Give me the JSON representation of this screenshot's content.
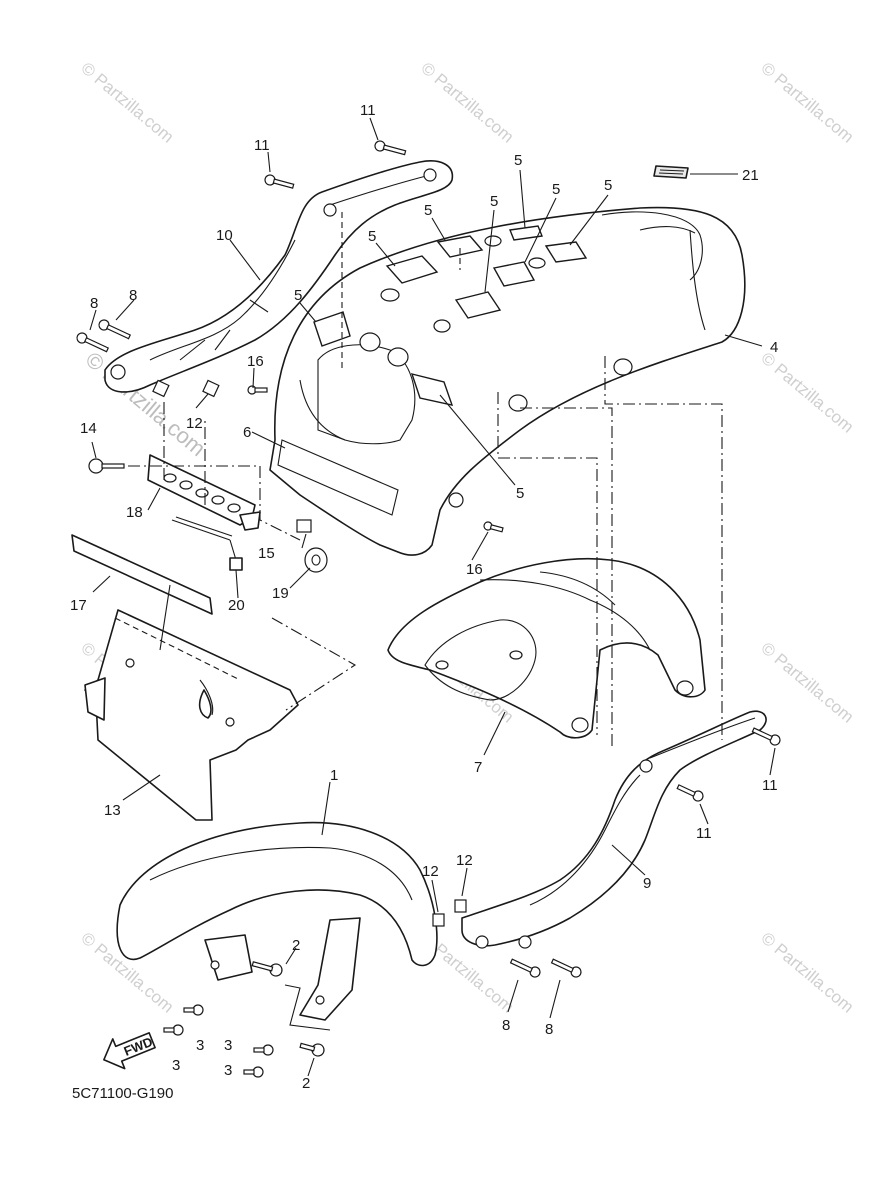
{
  "diagram": {
    "diagram_code": "5C71100-G190",
    "direction_label": "FWD",
    "watermark": {
      "text": "Partzilla.com",
      "symbol": "©"
    },
    "callouts": [
      {
        "id": "c1",
        "label": "1"
      },
      {
        "id": "c2a",
        "label": "2"
      },
      {
        "id": "c2b",
        "label": "2"
      },
      {
        "id": "c3a",
        "label": "3"
      },
      {
        "id": "c3b",
        "label": "3"
      },
      {
        "id": "c3c",
        "label": "3"
      },
      {
        "id": "c3d",
        "label": "3"
      },
      {
        "id": "c4",
        "label": "4"
      },
      {
        "id": "c5a",
        "label": "5"
      },
      {
        "id": "c5b",
        "label": "5"
      },
      {
        "id": "c5c",
        "label": "5"
      },
      {
        "id": "c5d",
        "label": "5"
      },
      {
        "id": "c5e",
        "label": "5"
      },
      {
        "id": "c5f",
        "label": "5"
      },
      {
        "id": "c5g",
        "label": "5"
      },
      {
        "id": "c5h",
        "label": "5"
      },
      {
        "id": "c6",
        "label": "6"
      },
      {
        "id": "c7",
        "label": "7"
      },
      {
        "id": "c8a",
        "label": "8"
      },
      {
        "id": "c8b",
        "label": "8"
      },
      {
        "id": "c8c",
        "label": "8"
      },
      {
        "id": "c8d",
        "label": "8"
      },
      {
        "id": "c9",
        "label": "9"
      },
      {
        "id": "c10",
        "label": "10"
      },
      {
        "id": "c11a",
        "label": "11"
      },
      {
        "id": "c11b",
        "label": "11"
      },
      {
        "id": "c11c",
        "label": "11"
      },
      {
        "id": "c11d",
        "label": "11"
      },
      {
        "id": "c12a",
        "label": "12"
      },
      {
        "id": "c12b",
        "label": "12"
      },
      {
        "id": "c12c",
        "label": "12"
      },
      {
        "id": "c13",
        "label": "13"
      },
      {
        "id": "c14",
        "label": "14"
      },
      {
        "id": "c15",
        "label": "15"
      },
      {
        "id": "c16a",
        "label": "16"
      },
      {
        "id": "c16b",
        "label": "16"
      },
      {
        "id": "c17",
        "label": "17"
      },
      {
        "id": "c18",
        "label": "18"
      },
      {
        "id": "c19",
        "label": "19"
      },
      {
        "id": "c20",
        "label": "20"
      },
      {
        "id": "c21",
        "label": "21"
      }
    ]
  }
}
